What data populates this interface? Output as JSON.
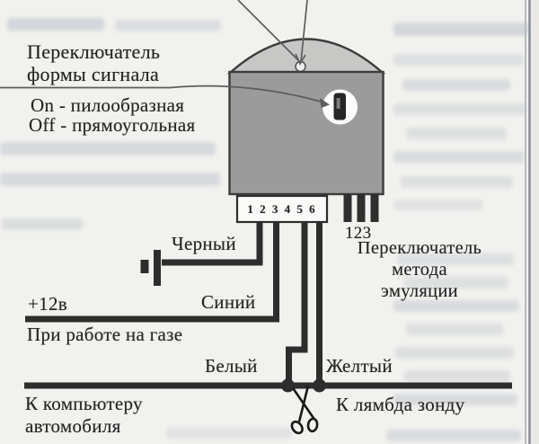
{
  "labels": {
    "switch_title_line1": "Переключатель",
    "switch_title_line2": "формы сигнала",
    "mode_on": "On - пилообразная",
    "mode_off": "Off - прямоугольная",
    "wire_black": "Черный",
    "power": "+12в",
    "wire_blue": "Синий",
    "gas_note": "При работе на газе",
    "wire_white": "Белый",
    "wire_yellow": "Желтый",
    "computer_line1": "К компьютеру",
    "computer_line2": "автомобиля",
    "lambda": "К лямбда зонду",
    "connector_pins": "1 2 3 4 5 6",
    "emulation_pins": "123",
    "emulation_line1": "Переключатель",
    "emulation_line2": "метода",
    "emulation_line3": "эмуляции"
  },
  "colors": {
    "page_bg": "#f1f1ee",
    "ink": "#242424",
    "wire": "#2d2d2d",
    "device_body": "#9b9b9b",
    "device_dome": "#c7c7c6",
    "device_outline": "#3c3c3c"
  }
}
